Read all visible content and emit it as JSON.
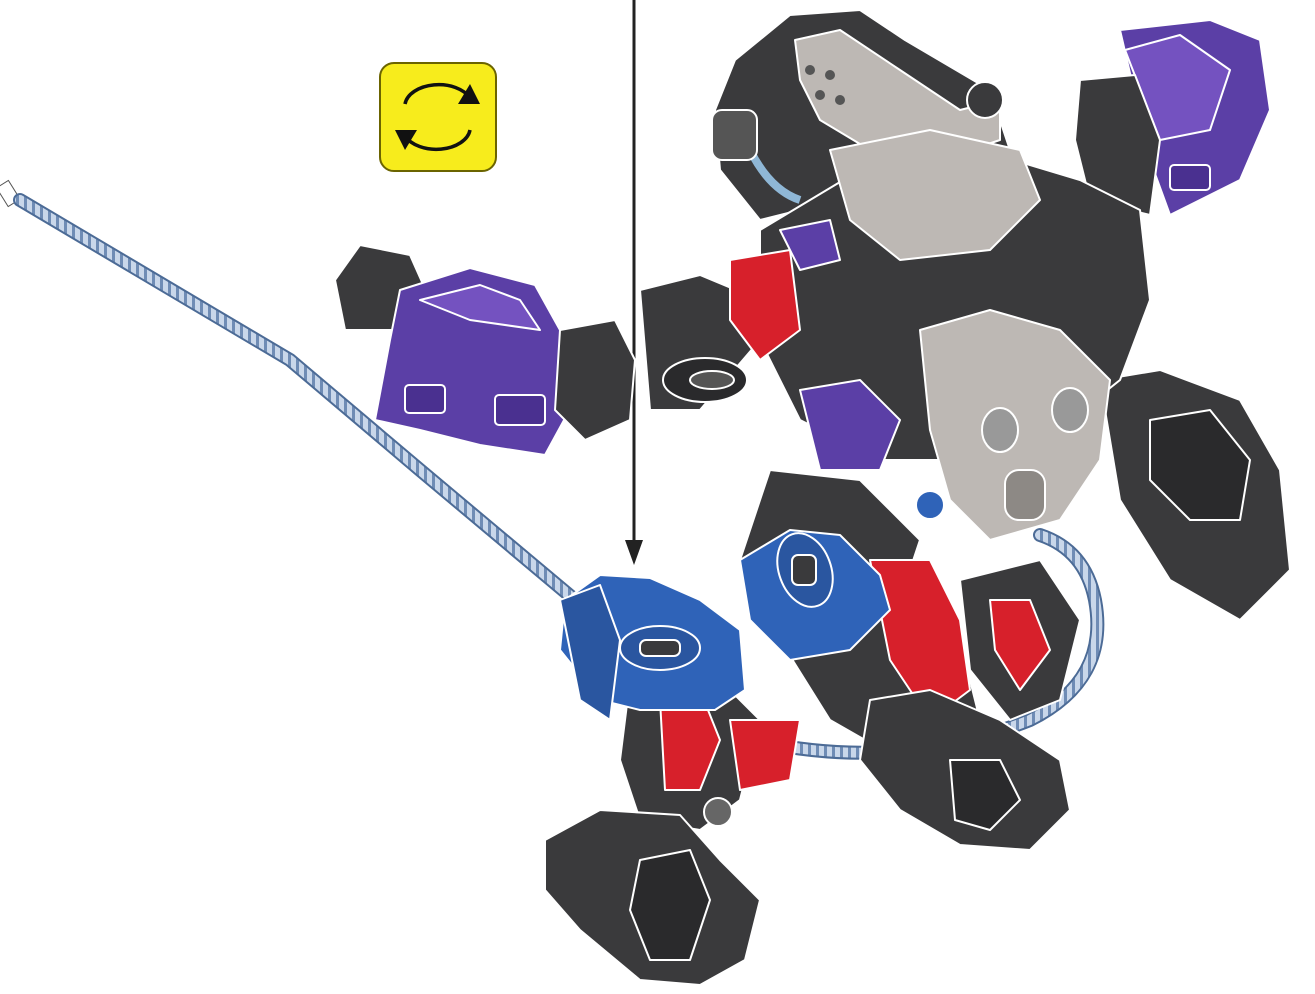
{
  "instruction": {
    "action_icon": "rotate-model-icon",
    "connector": "insert-arrow-icon"
  },
  "model": {
    "name": "",
    "parts": [
      "head",
      "torso",
      "left-arm-purple-armor",
      "right-arm-purple-armor",
      "blue-shoulder-armor",
      "flex-hose",
      "legs",
      "feet"
    ]
  },
  "colors": {
    "badge_fill": "#f7ec1c",
    "badge_border": "#6b6400",
    "dark_part": "#3a3a3c",
    "light_part": "#bdb8b4",
    "purple_part": "#5b3fa6",
    "red_part": "#d7202b",
    "blue_part": "#2f63b8",
    "hose": "#9ab4d6"
  }
}
